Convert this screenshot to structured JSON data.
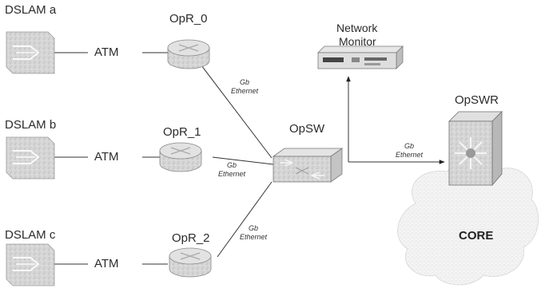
{
  "dslams": [
    {
      "name": "DSLAM a",
      "link": "ATM"
    },
    {
      "name": "DSLAM b",
      "link": "ATM"
    },
    {
      "name": "DSLAM c",
      "link": "ATM"
    }
  ],
  "routers": [
    {
      "name": "OpR_0"
    },
    {
      "name": "OpR_1"
    },
    {
      "name": "OpR_2"
    }
  ],
  "switch": {
    "name": "OpSW"
  },
  "monitor": {
    "name_line1": "Network",
    "name_line2": "Monitor"
  },
  "core_router": {
    "name": "OpSWR"
  },
  "core": {
    "name": "CORE"
  },
  "links": [
    {
      "line1": "Gb",
      "line2": "Ethernet"
    },
    {
      "line1": "Gb",
      "line2": "Ethernet"
    },
    {
      "line1": "Gb",
      "line2": "Ethernet"
    },
    {
      "line1": "Gb",
      "line2": "Ethernet"
    }
  ],
  "colors": {
    "device_fill": "#d4d4d4",
    "device_stroke": "#7a7a7a",
    "line": "#333333",
    "cloud": "#ececec"
  }
}
